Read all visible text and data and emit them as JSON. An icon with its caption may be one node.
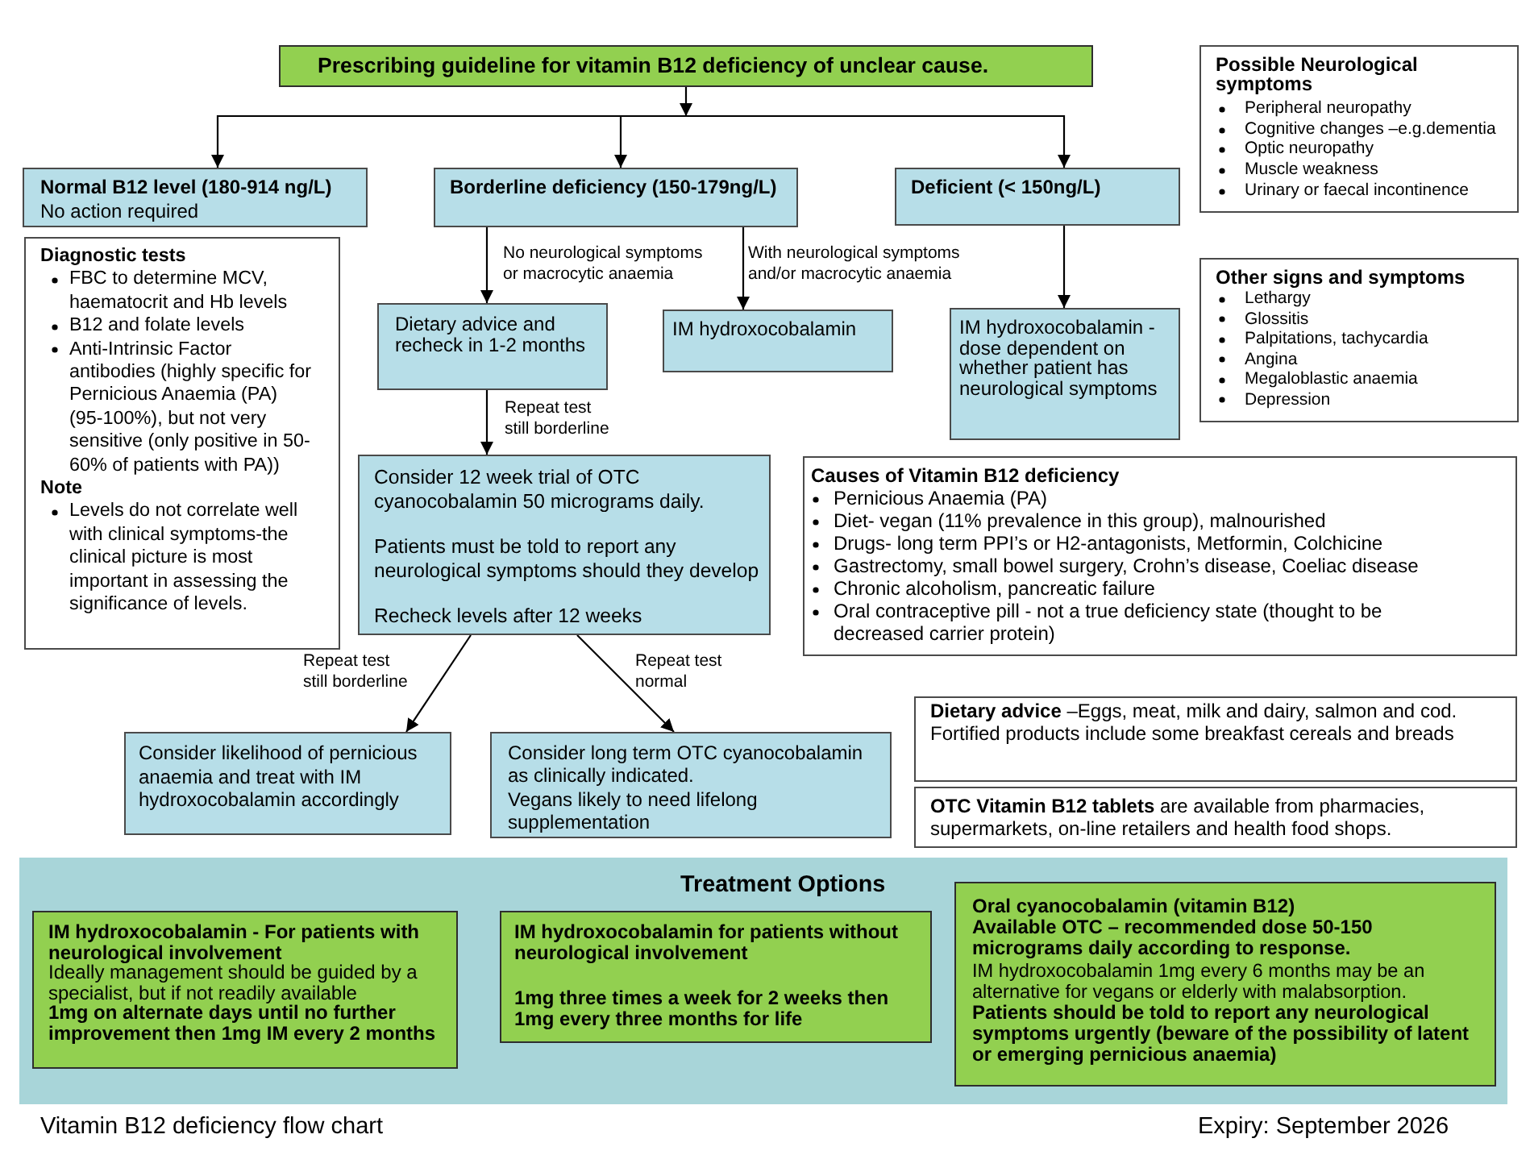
{
  "diagram": {
    "nodes": [
      {
        "text": [
          "Prescribing guideline for vitamin B12 deficiency of unclear cause."
        ]
      },
      {
        "text": [
          "Normal B12 level (180-914 ng/L)",
          "No action required"
        ]
      },
      {
        "text": [
          "Diagnostic tests",
          "FBC to determine MCV, haematocrit and Hb levels",
          "B12 and folate levels",
          "Anti-Intrinsic Factor antibodies (highly specific for Pernicious Anaemia (PA) (95-100%), but not very sensitive (only positive in 50-60% of patients with PA))",
          "Note",
          "Levels do not correlate well with clinical symptoms-the clinical picture is most important in assessing the significance of levels."
        ]
      },
      {
        "text": [
          "Borderline deficiency (150-179ng/L)"
        ]
      },
      {
        "text": [
          "Deficient (< 150ng/L)"
        ]
      },
      {
        "text": [
          "Possible Neurological symptoms",
          "Peripheral neuropathy",
          "Cognitive changes –e.g.dementia",
          "Optic neuropathy",
          "Muscle weakness",
          "Urinary or faecal incontinence"
        ]
      },
      {
        "text": [
          "Dietary advice and recheck in 1-2 months"
        ]
      },
      {
        "text": [
          "IM hydroxocobalamin"
        ]
      },
      {
        "text": [
          "IM hydroxocobalamin - dose dependent on whether patient has neurological symptoms"
        ]
      },
      {
        "text": [
          "Other signs and symptoms",
          "Lethargy",
          "Glossitis",
          "Palpitations, tachycardia",
          "Angina",
          "Megaloblastic anaemia",
          "Depression"
        ]
      },
      {
        "text": [
          "Consider 12 week trial of OTC cyanocobalamin 50 micrograms daily.",
          "Patients must be told to report any neurological symptoms should they develop",
          "Recheck levels after 12 weeks"
        ]
      },
      {
        "text": [
          "Causes of Vitamin B12 deficiency",
          "Pernicious Anaemia (PA)",
          "Diet- vegan (11% prevalence in this group), malnourished",
          "Drugs- long term PPI’s or H2-antagonists, Metformin, Colchicine",
          "Gastrectomy, small bowel surgery, Crohn’s disease, Coeliac disease",
          "Chronic alcoholism, pancreatic failure",
          "Oral contraceptive pill - not a true deficiency state (thought to be decreased carrier protein)"
        ]
      },
      {
        "text": [
          "Consider likelihood of pernicious anaemia and treat with IM hydroxocobalamin accordingly"
        ]
      },
      {
        "text": [
          "Consider long term OTC cyanocobalamin as clinically indicated.",
          "Vegans likely to need lifelong supplementation"
        ]
      },
      {
        "text": [
          "**Dietary advice** –Eggs, meat, milk and dairy, salmon and cod. Fortified products include some breakfast cereals and breads"
        ]
      },
      {
        "text": [
          "**OTC Vitamin B12 tablets** are available from pharmacies, supermarkets, on-line retailers and health food shops."
        ]
      },
      {
        "text": [
          "Treatment Options"
        ]
      },
      {
        "text": [
          "IM hydroxocobalamin - For patients with neurological involvement",
          "Ideally management should be guided by a specialist, but if not readily available",
          "1mg on alternate days until no further improvement then 1mg IM every 2 months"
        ],
        "in": 16
      },
      {
        "text": [
          "IM hydroxocobalamin for patients without neurological involvement",
          "1mg three times a week for 2 weeks then 1mg every three months for life"
        ],
        "in": 16
      },
      {
        "text": [
          "Oral cyanocobalamin (vitamin B12)",
          "Available OTC – recommended dose 50-150 micrograms daily according to response.",
          "IM hydroxocobalamin 1mg every 6 months may be an alternative for vegans or elderly with malabsorption.",
          "Patients should be told to report any neurological symptoms urgently (beware of the possibility of latent or emerging pernicious anaemia)"
        ],
        "in": 16
      }
    ],
    "edges": [
      {
        "from": 0,
        "to": 1,
        "arrow": "to"
      },
      {
        "from": 0,
        "to": 3,
        "arrow": "to"
      },
      {
        "from": 0,
        "to": 4,
        "arrow": "to"
      },
      {
        "from": 3,
        "to": 6,
        "arrow": "to",
        "label": "No neurological symptoms or macrocytic anaemia"
      },
      {
        "from": 3,
        "to": 7,
        "arrow": "to",
        "label": "With neurological symptoms and/or macrocytic anaemia"
      },
      {
        "from": 4,
        "to": 8,
        "arrow": "to"
      },
      {
        "from": 6,
        "to": 10,
        "arrow": "to",
        "label": "Repeat test still borderline"
      },
      {
        "from": 10,
        "to": 12,
        "arrow": "to",
        "label": "Repeat test still borderline"
      },
      {
        "from": 10,
        "to": 13,
        "arrow": "to",
        "label": "Repeat test normal"
      }
    ],
    "labels": [
      "Vitamin B12 deficiency flow chart",
      "Expiry: September 2026"
    ]
  }
}
